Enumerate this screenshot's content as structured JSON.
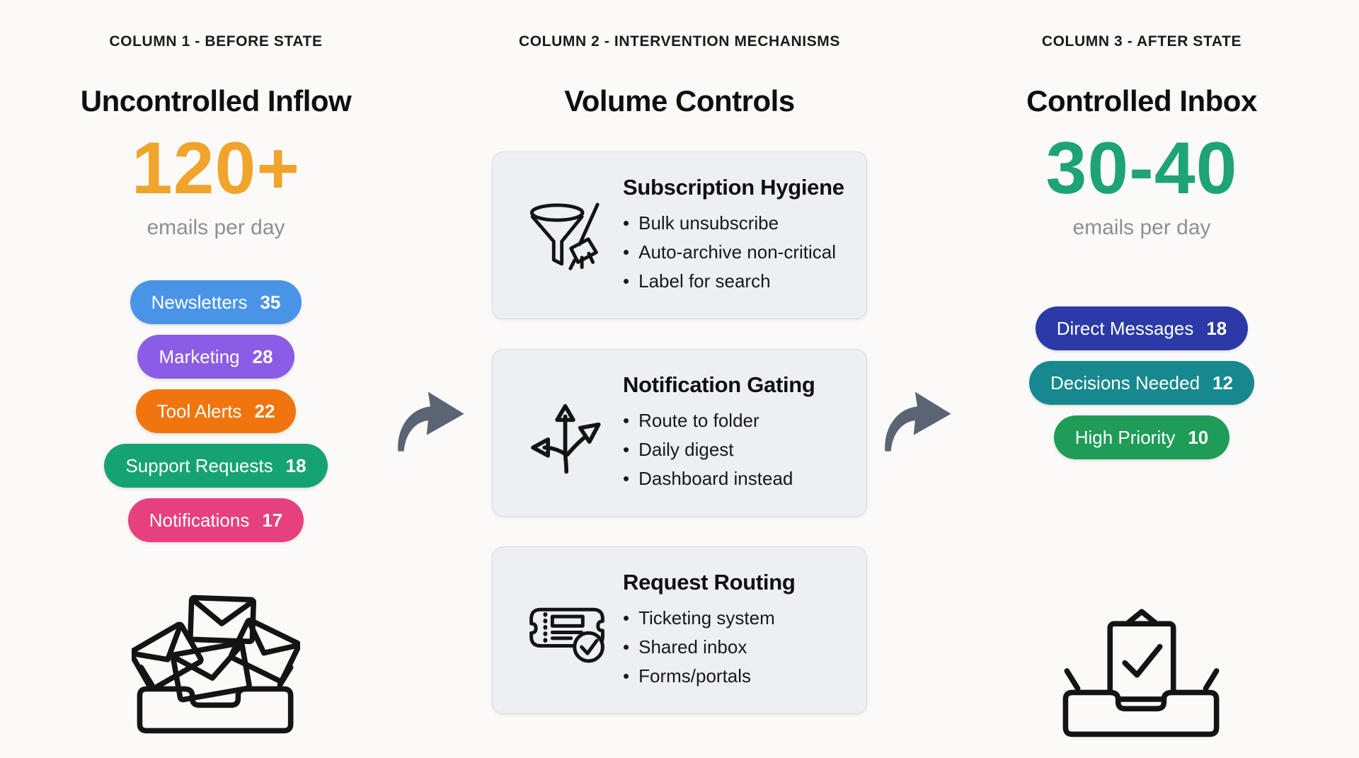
{
  "page": {
    "background_color": "#fbfaf9"
  },
  "arrow": {
    "color": "#5b6472",
    "icon": "curved-right-arrow"
  },
  "card_style": {
    "background": "#edeff3",
    "border": "#d8dce3"
  },
  "columns": [
    {
      "kicker": "COLUMN 1 - BEFORE STATE",
      "title": "Uncontrolled Inflow",
      "metric_value": "120+",
      "metric_color": "#f0a42c",
      "metric_unit": "emails per day",
      "pills": [
        {
          "label": "Newsletters",
          "count": "35",
          "color": "#4a94e8"
        },
        {
          "label": "Marketing",
          "count": "28",
          "color": "#8b5ce6"
        },
        {
          "label": "Tool Alerts",
          "count": "22",
          "color": "#f1750e"
        },
        {
          "label": "Support Requests",
          "count": "18",
          "color": "#16a374"
        },
        {
          "label": "Notifications",
          "count": "17",
          "color": "#e6407e"
        }
      ],
      "icon": "overflowing-inbox"
    },
    {
      "kicker": "COLUMN 2 - INTERVENTION MECHANISMS",
      "title": "Volume Controls",
      "cards": [
        {
          "icon": "funnel-broom",
          "heading": "Subscription Hygiene",
          "bullets": [
            "Bulk unsubscribe",
            "Auto-archive non-critical",
            "Label for search"
          ]
        },
        {
          "icon": "branching-arrows",
          "heading": "Notification Gating",
          "bullets": [
            "Route to folder",
            "Daily digest",
            "Dashboard instead"
          ]
        },
        {
          "icon": "ticket-check",
          "heading": "Request Routing",
          "bullets": [
            "Ticketing system",
            "Shared inbox",
            "Forms/portals"
          ]
        }
      ]
    },
    {
      "kicker": "COLUMN 3 - AFTER STATE",
      "title": "Controlled Inbox",
      "metric_value": "30-40",
      "metric_color": "#1ea377",
      "metric_unit": "emails per day",
      "pills": [
        {
          "label": "Direct Messages",
          "count": "18",
          "color": "#2b3aa6"
        },
        {
          "label": "Decisions Needed",
          "count": "12",
          "color": "#17898e"
        },
        {
          "label": "High Priority",
          "count": "10",
          "color": "#1f9c56"
        }
      ],
      "icon": "checked-inbox"
    }
  ]
}
